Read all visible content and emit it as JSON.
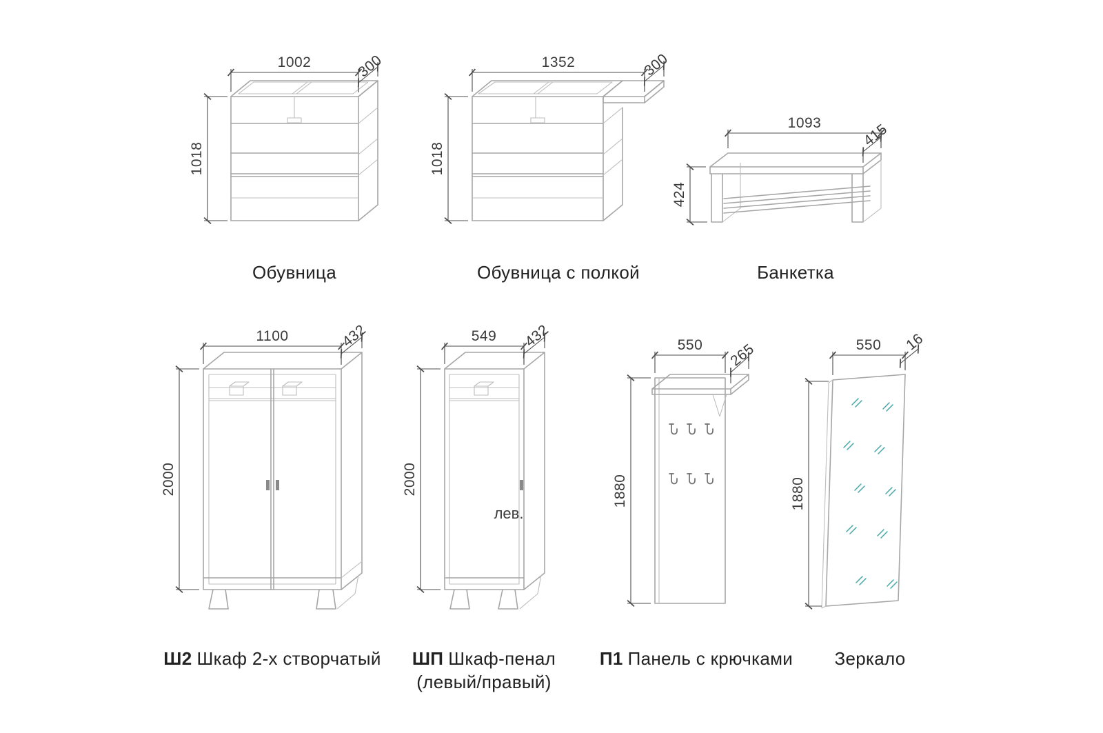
{
  "colors": {
    "furniture_line": "#a6a6a6",
    "dimension_line": "#4c4c4c",
    "dimension_text": "#3a3a3a",
    "caption_text": "#222222",
    "mirror_hatch": "#43a7a7"
  },
  "items": {
    "shoe_cabinet": {
      "label": "Обувница",
      "width": "1002",
      "depth": "300",
      "height": "1018"
    },
    "shoe_cabinet_with_shelf": {
      "label": "Обувница с полкой",
      "width": "1352",
      "depth": "300",
      "height": "1018"
    },
    "bench": {
      "label": "Банкетка",
      "width": "1093",
      "depth": "415",
      "height": "424"
    },
    "wardrobe_2door": {
      "code": "Ш2",
      "label": "Шкаф 2-х створчатый",
      "width": "1100",
      "depth": "432",
      "height": "2000"
    },
    "pencil_wardrobe": {
      "code": "ШП",
      "label": "Шкаф-пенал",
      "label_line2": "(левый/правый)",
      "side_note": "лев.",
      "width": "549",
      "depth": "432",
      "height": "2000"
    },
    "hook_panel": {
      "code": "П1",
      "label": "Панель с крючками",
      "width": "550",
      "depth": "265",
      "height": "1880"
    },
    "mirror": {
      "label": "Зеркало",
      "width": "550",
      "depth": "16",
      "height": "1880"
    }
  }
}
